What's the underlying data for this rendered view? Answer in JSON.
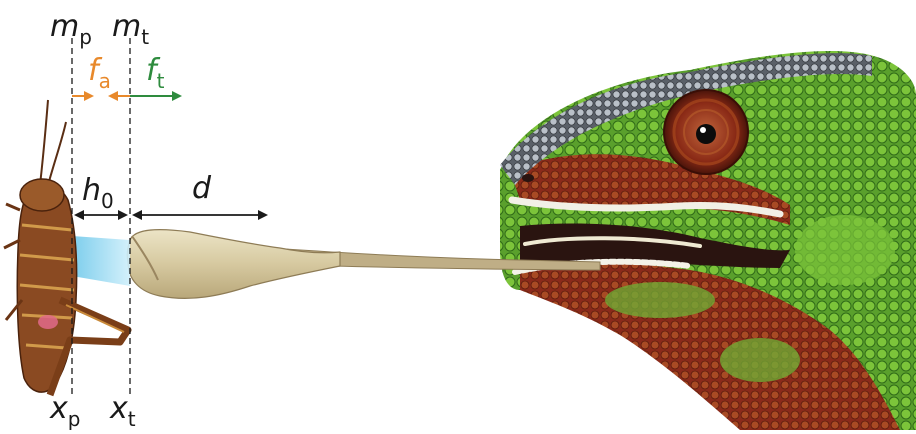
{
  "labels": {
    "mp": {
      "main": "m",
      "sub": "p"
    },
    "mt": {
      "main": "m",
      "sub": "t"
    },
    "fa": {
      "main": "f",
      "sub": "a"
    },
    "ft": {
      "main": "f",
      "sub": "t"
    },
    "h0": {
      "main": "h",
      "sub": "0"
    },
    "d": {
      "main": "d"
    },
    "xp": {
      "main": "x",
      "sub": "p"
    },
    "xt": {
      "main": "x",
      "sub": "t"
    }
  },
  "colors": {
    "text": "#1a1a1a",
    "fa_arrow": "#e8892b",
    "ft_arrow": "#2e8b3e",
    "dimension_arrow": "#1a1a1a",
    "chameleon_green": "#5aa02c",
    "chameleon_red": "#8a2a1a",
    "tongue": "#d8cfb0",
    "cricket": "#8a4a22",
    "suction_glow": "#9fdcf2"
  },
  "images": {
    "prey": "cricket",
    "predator": "chameleon"
  }
}
